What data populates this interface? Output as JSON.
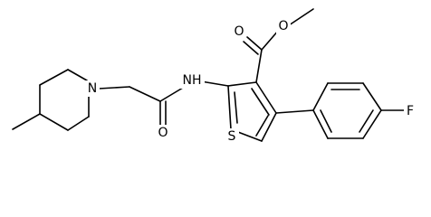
{
  "diagram": {
    "type": "chemical-structure",
    "colors": {
      "bond": "#000000",
      "label": "#000000",
      "background": "#ffffff"
    },
    "atom_labels": {
      "ester_oxygen_carbonyl": "O",
      "ester_oxygen_methoxy": "O",
      "amide_nitrogen": "NH",
      "amide_oxygen": "O",
      "piperidine_nitrogen": "N",
      "thiophene_sulfur": "S",
      "fluorine": "F"
    }
  }
}
